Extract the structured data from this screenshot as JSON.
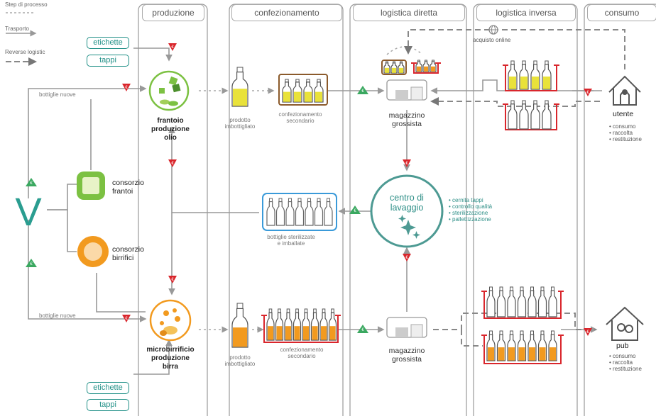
{
  "legend": {
    "process": "Step di processo",
    "transport": "Trasporto",
    "reverse": "Reverse logistic"
  },
  "columns": {
    "produzione": "produzione",
    "confezionamento": "confezionamento",
    "logistica_diretta": "logistica diretta",
    "logistica_inversa": "logistica inversa",
    "consumo": "consumo"
  },
  "top": {
    "etichette": "etichette",
    "tappi": "tappi",
    "bottiglie_nuove": "bottiglie nuove",
    "frantoio": [
      "frantoio",
      "produzione",
      "olio"
    ],
    "prodotto": [
      "prodotto",
      "imbottigliato"
    ],
    "secondario": [
      "confezionamento",
      "secondario"
    ],
    "magazzino": [
      "magazzino",
      "grossista"
    ],
    "acquisto": "acquisto online",
    "utente": "utente",
    "utente_list": [
      "• consumo",
      "• raccolta",
      "• restituzione"
    ]
  },
  "middle": {
    "consorzio_frantoi": [
      "consorzio",
      "frantoi"
    ],
    "consorzio_birrifici": [
      "consorzio",
      "birrifici"
    ],
    "sterilizzate": [
      "bottiglie sterilizzate",
      "e imballate"
    ],
    "centro": [
      "centro di",
      "lavaggio"
    ],
    "centro_list": [
      "• cernita tappi",
      "• controllo qualità",
      "• sterilizzazione",
      "• pallettizzazione"
    ],
    "logo": "V"
  },
  "bottom": {
    "etichette": "etichette",
    "tappi": "tappi",
    "bottiglie_nuove": "bottiglie nuove",
    "micro": [
      "microbirrificio",
      "produzione",
      "birra"
    ],
    "prodotto": [
      "prodotto",
      "imbottigliato"
    ],
    "secondario": [
      "confezionamento",
      "secondario"
    ],
    "magazzino": [
      "magazzino",
      "grossista"
    ],
    "pub": "pub",
    "pub_list": [
      "• consumo",
      "• raccolta",
      "• restituzione"
    ]
  },
  "colors": {
    "teal": "#2e8f87",
    "green": "#7cc142",
    "orange": "#f29a1f",
    "red": "#d9262c",
    "brown": "#8b5a2b",
    "oil": "#e9e23a",
    "beer": "#f29a1f",
    "blue": "#3a9ad9"
  }
}
